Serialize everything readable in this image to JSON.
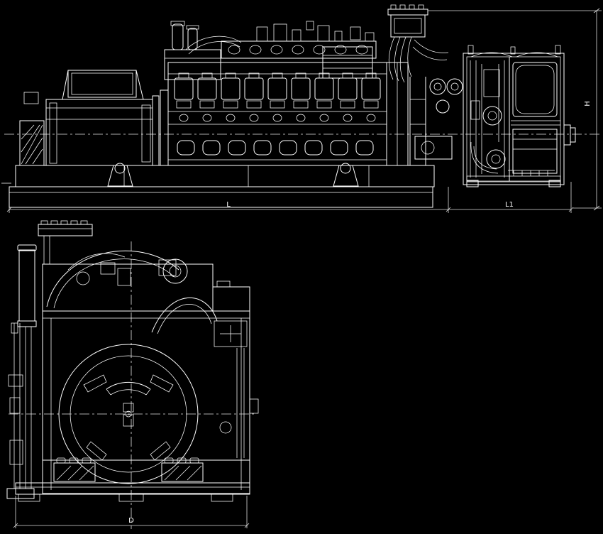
{
  "drawing": {
    "background_color": "#000000",
    "line_color": "#ffffff",
    "dimension_labels": {
      "length_left": "L",
      "length_right": "L1",
      "height": "H",
      "front_width": "D"
    }
  }
}
